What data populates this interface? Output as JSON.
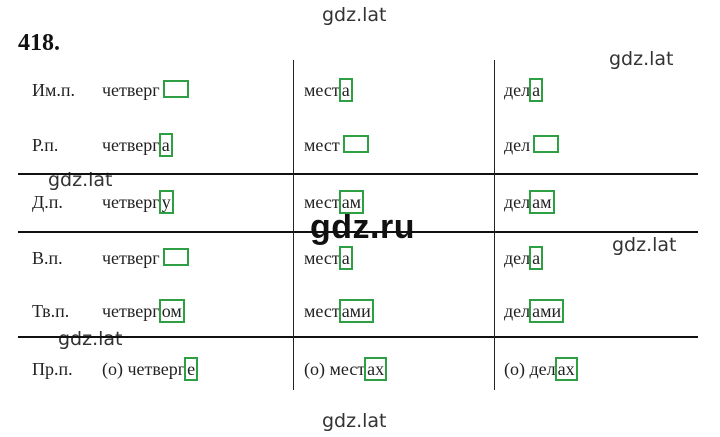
{
  "exercise_number": "418.",
  "watermarks": {
    "small": "gdz.lat",
    "brand": "gdz.ru"
  },
  "rows": [
    {
      "case": "Им.п.",
      "c1": {
        "stem": "четверг",
        "ending": ""
      },
      "c2": {
        "stem": "мест",
        "ending": "а"
      },
      "c3": {
        "stem": "дел",
        "ending": "а"
      }
    },
    {
      "case": "Р.п.",
      "c1": {
        "stem": "четверг",
        "ending": "а"
      },
      "c2": {
        "stem": "мест",
        "ending": ""
      },
      "c3": {
        "stem": "дел",
        "ending": ""
      }
    },
    {
      "case": "Д.п.",
      "c1": {
        "stem": "четверг",
        "ending": "у"
      },
      "c2": {
        "stem": "мест",
        "ending": "ам"
      },
      "c3": {
        "stem": "дел",
        "ending": "ам"
      }
    },
    {
      "case": "В.п.",
      "c1": {
        "stem": "четверг",
        "ending": ""
      },
      "c2": {
        "stem": "мест",
        "ending": "а"
      },
      "c3": {
        "stem": "дел",
        "ending": "а"
      }
    },
    {
      "case": "Тв.п.",
      "c1": {
        "stem": "четверг",
        "ending": "ом"
      },
      "c2": {
        "stem": "мест",
        "ending": "ами"
      },
      "c3": {
        "stem": "дел",
        "ending": "ами"
      }
    },
    {
      "case": "Пр.п.",
      "c1": {
        "stem": "(о) четверг",
        "ending": "е"
      },
      "c2": {
        "stem": "(о) мест",
        "ending": "ах"
      },
      "c3": {
        "stem": "(о) дел",
        "ending": "ах"
      }
    }
  ]
}
